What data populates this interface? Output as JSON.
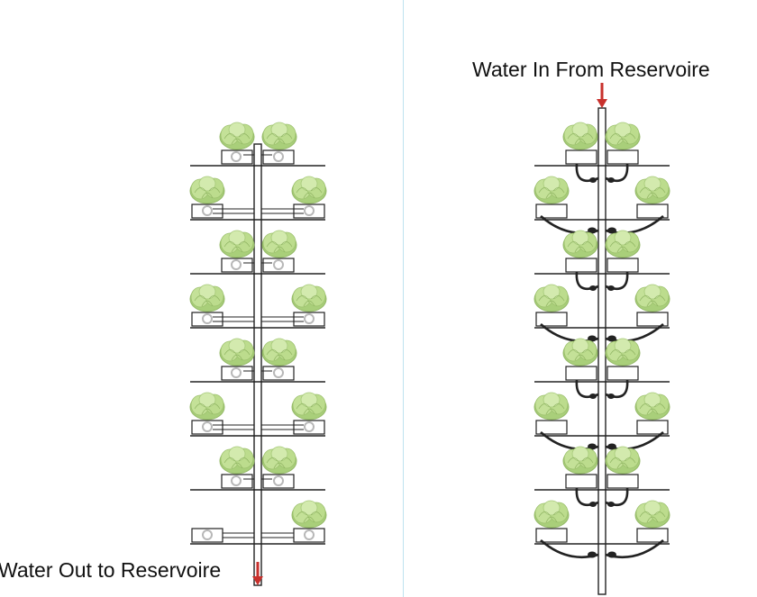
{
  "labels": {
    "water_in": "Water In From Reservoire",
    "water_out": "Water Out to Reservoire"
  },
  "colors": {
    "arrow": "#c8312d",
    "lettuce": "#b7d98a",
    "pipe": "#222222",
    "divider": "#bfe3ef"
  },
  "diagrams": {
    "left": {
      "name": "drain-system",
      "tiers": 8
    },
    "right": {
      "name": "feed-system",
      "tiers": 8
    }
  }
}
